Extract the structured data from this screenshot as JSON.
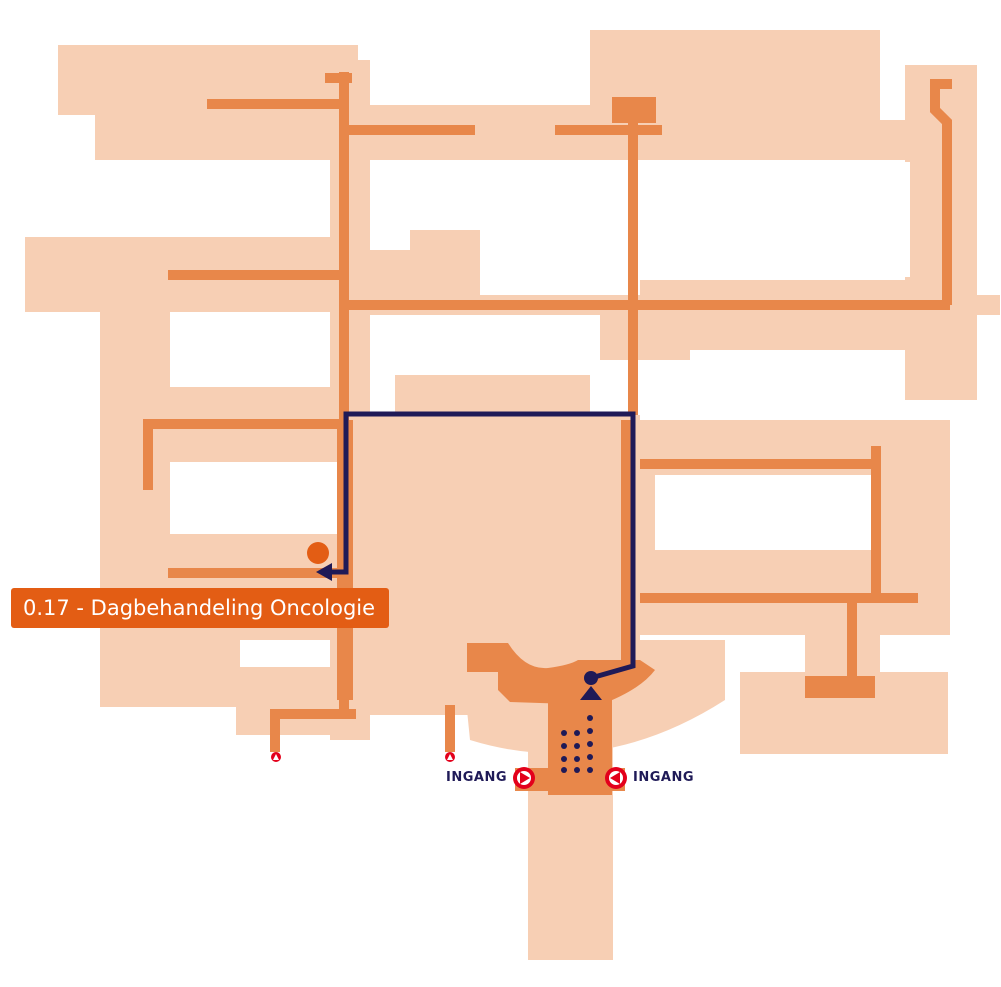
{
  "destination": {
    "label": "0.17 - Dagbehandeling Oncologie",
    "marker_icon": "destination-dot-icon"
  },
  "entrances": {
    "left_label": "INGANG",
    "right_label": "INGANG",
    "left_icon": "entrance-arrow-right-icon",
    "right_icon": "entrance-arrow-left-icon",
    "side_entrance_icon": "small-entrance-triangle-icon"
  },
  "colors": {
    "building": "#f7cfb4",
    "corridor": "#e8874a",
    "route": "#1f1a57",
    "label_bg": "#e35d14",
    "entrance_red": "#e3001b"
  }
}
